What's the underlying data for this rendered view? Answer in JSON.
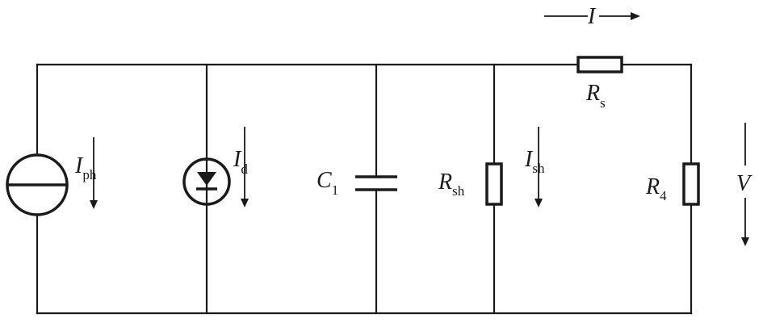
{
  "diagram": {
    "current_source": {
      "symbol": "I",
      "subscript": "ph"
    },
    "diode": {
      "symbol": "I",
      "subscript": "d"
    },
    "capacitor": {
      "symbol": "C",
      "subscript": "1"
    },
    "shunt_resistor": {
      "symbol": "R",
      "subscript": "sh"
    },
    "shunt_current": {
      "symbol": "I",
      "subscript": "sh"
    },
    "series_resistor": {
      "symbol": "R",
      "subscript": "s"
    },
    "load_resistor": {
      "symbol": "R",
      "subscript": "4"
    },
    "output_current": {
      "symbol": "I"
    },
    "output_voltage": {
      "symbol": "V"
    }
  }
}
